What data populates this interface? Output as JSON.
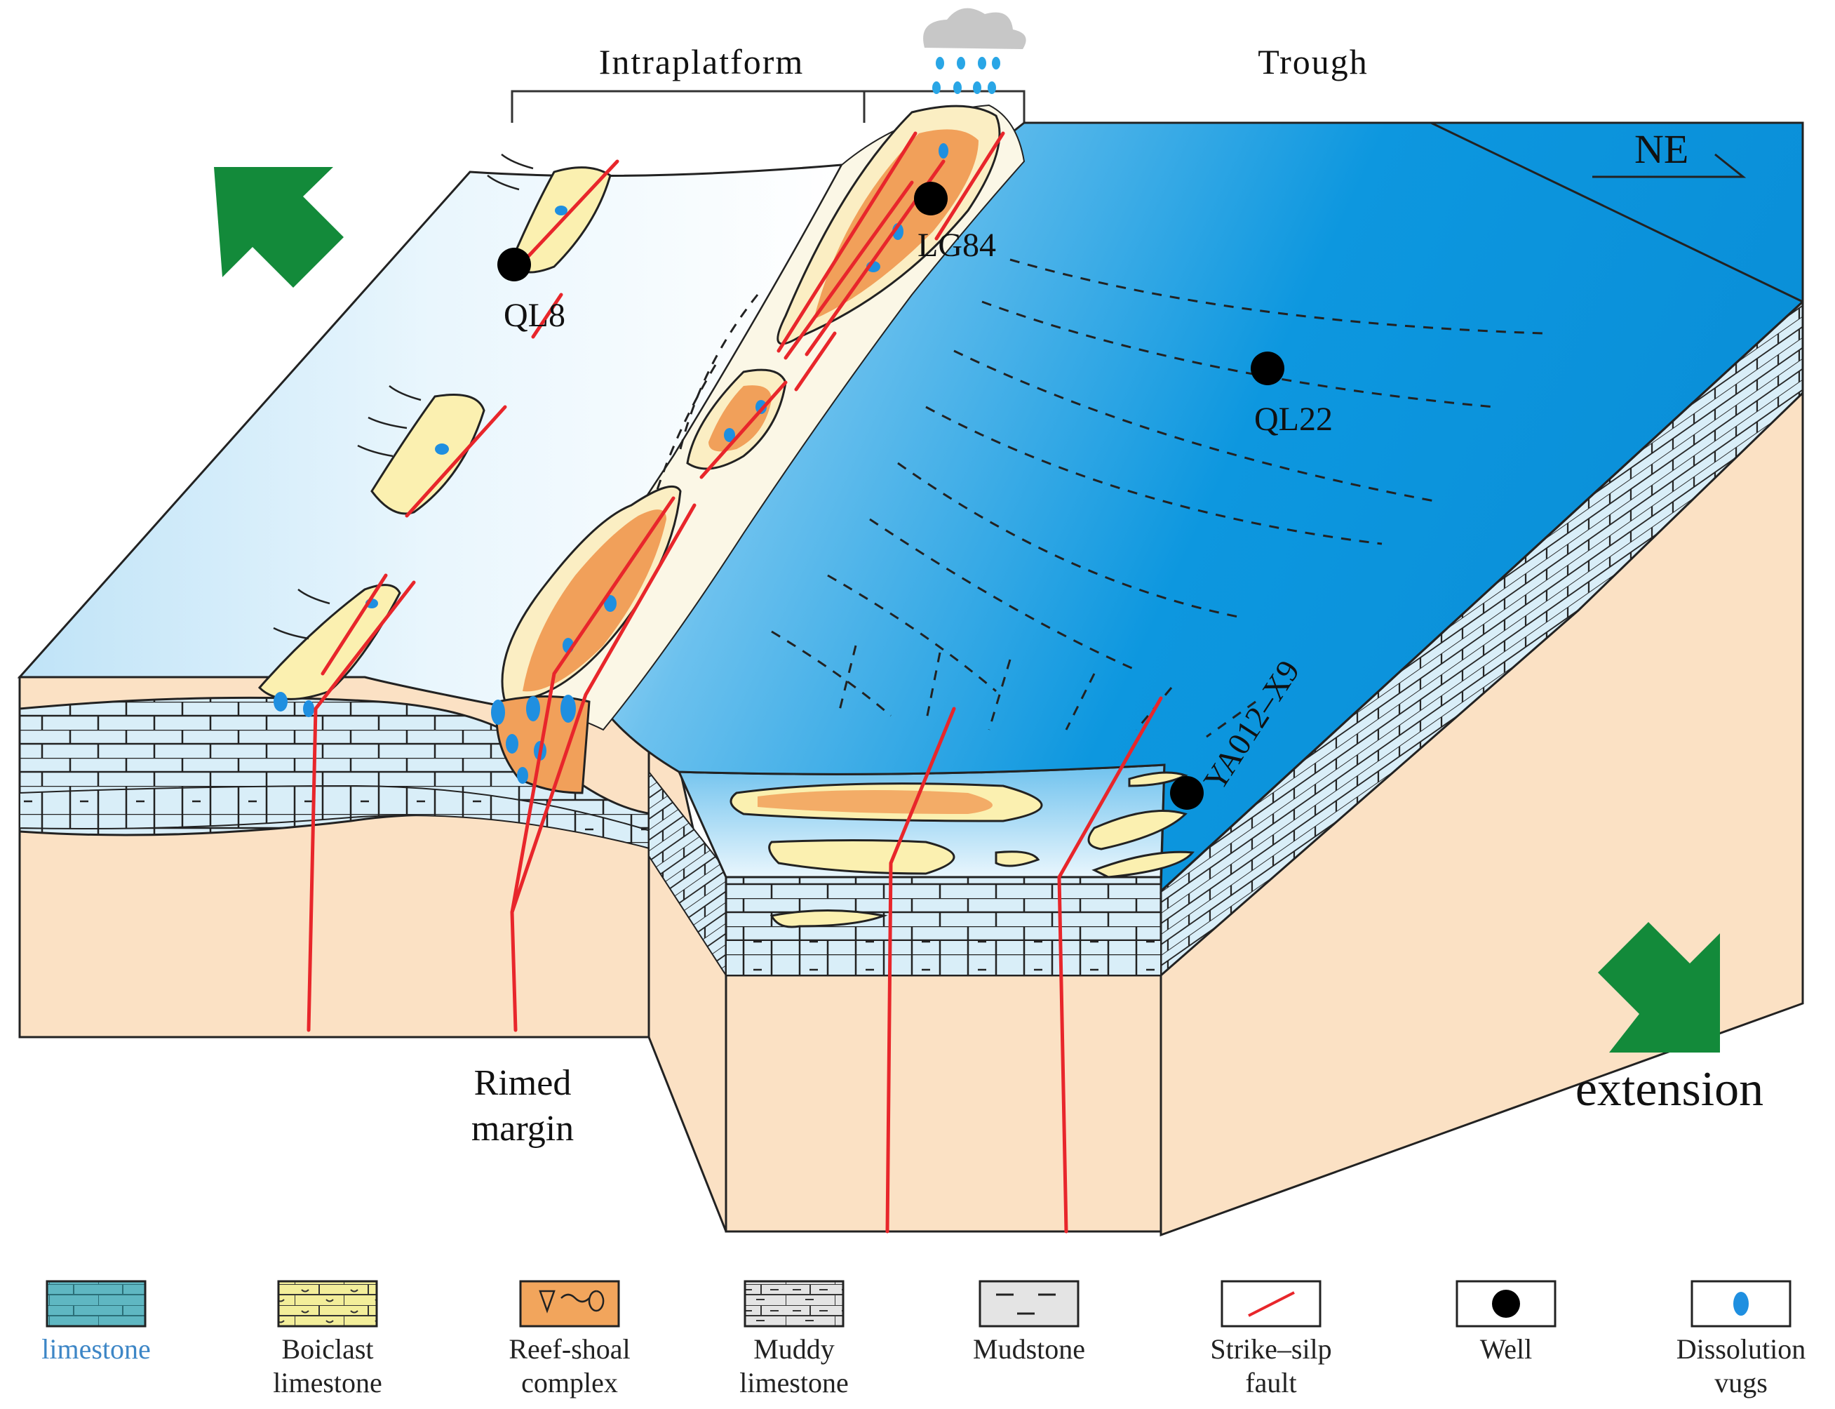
{
  "header": {
    "left_region": "Intraplatform",
    "right_region": "Trough"
  },
  "compass": "NE",
  "wells": {
    "w1": "QL8",
    "w2": "LG84",
    "w3": "QL22",
    "w4": "YA012–X9"
  },
  "labels": {
    "rimed_margin_line1": "Rimed",
    "rimed_margin_line2": "margin",
    "extension": "extension"
  },
  "legend": [
    {
      "name": "limestone",
      "lines": [
        "limestone"
      ],
      "color": "#5fb7c2"
    },
    {
      "name": "bioclast-limestone",
      "lines": [
        "Boiclast",
        "limestone"
      ],
      "color": "#f3ee9a"
    },
    {
      "name": "reef-shoal-complex",
      "lines": [
        "Reef-shoal",
        "complex"
      ],
      "color": "#f2a55c"
    },
    {
      "name": "muddy-limestone",
      "lines": [
        "Muddy",
        "limestone"
      ],
      "color": "#e4e4e4"
    },
    {
      "name": "mudstone",
      "lines": [
        "Mudstone"
      ],
      "color": "#e4e4e4"
    },
    {
      "name": "strike-slip-fault",
      "lines": [
        "Strike–silp",
        "fault"
      ],
      "color": "#e8262b"
    },
    {
      "name": "well",
      "lines": [
        "Well"
      ],
      "color": "#000000"
    },
    {
      "name": "dissolution-vugs",
      "lines": [
        "Dissolution",
        "vugs"
      ],
      "color": "#1f8fe0"
    }
  ],
  "colors": {
    "sea_light": "#dcf0fb",
    "sea_deep": "#0a96df",
    "sediment": "#fbe1c4",
    "limestone_layer": "#d9eef8",
    "fault": "#e8262b",
    "arrow": "#138a3a"
  }
}
